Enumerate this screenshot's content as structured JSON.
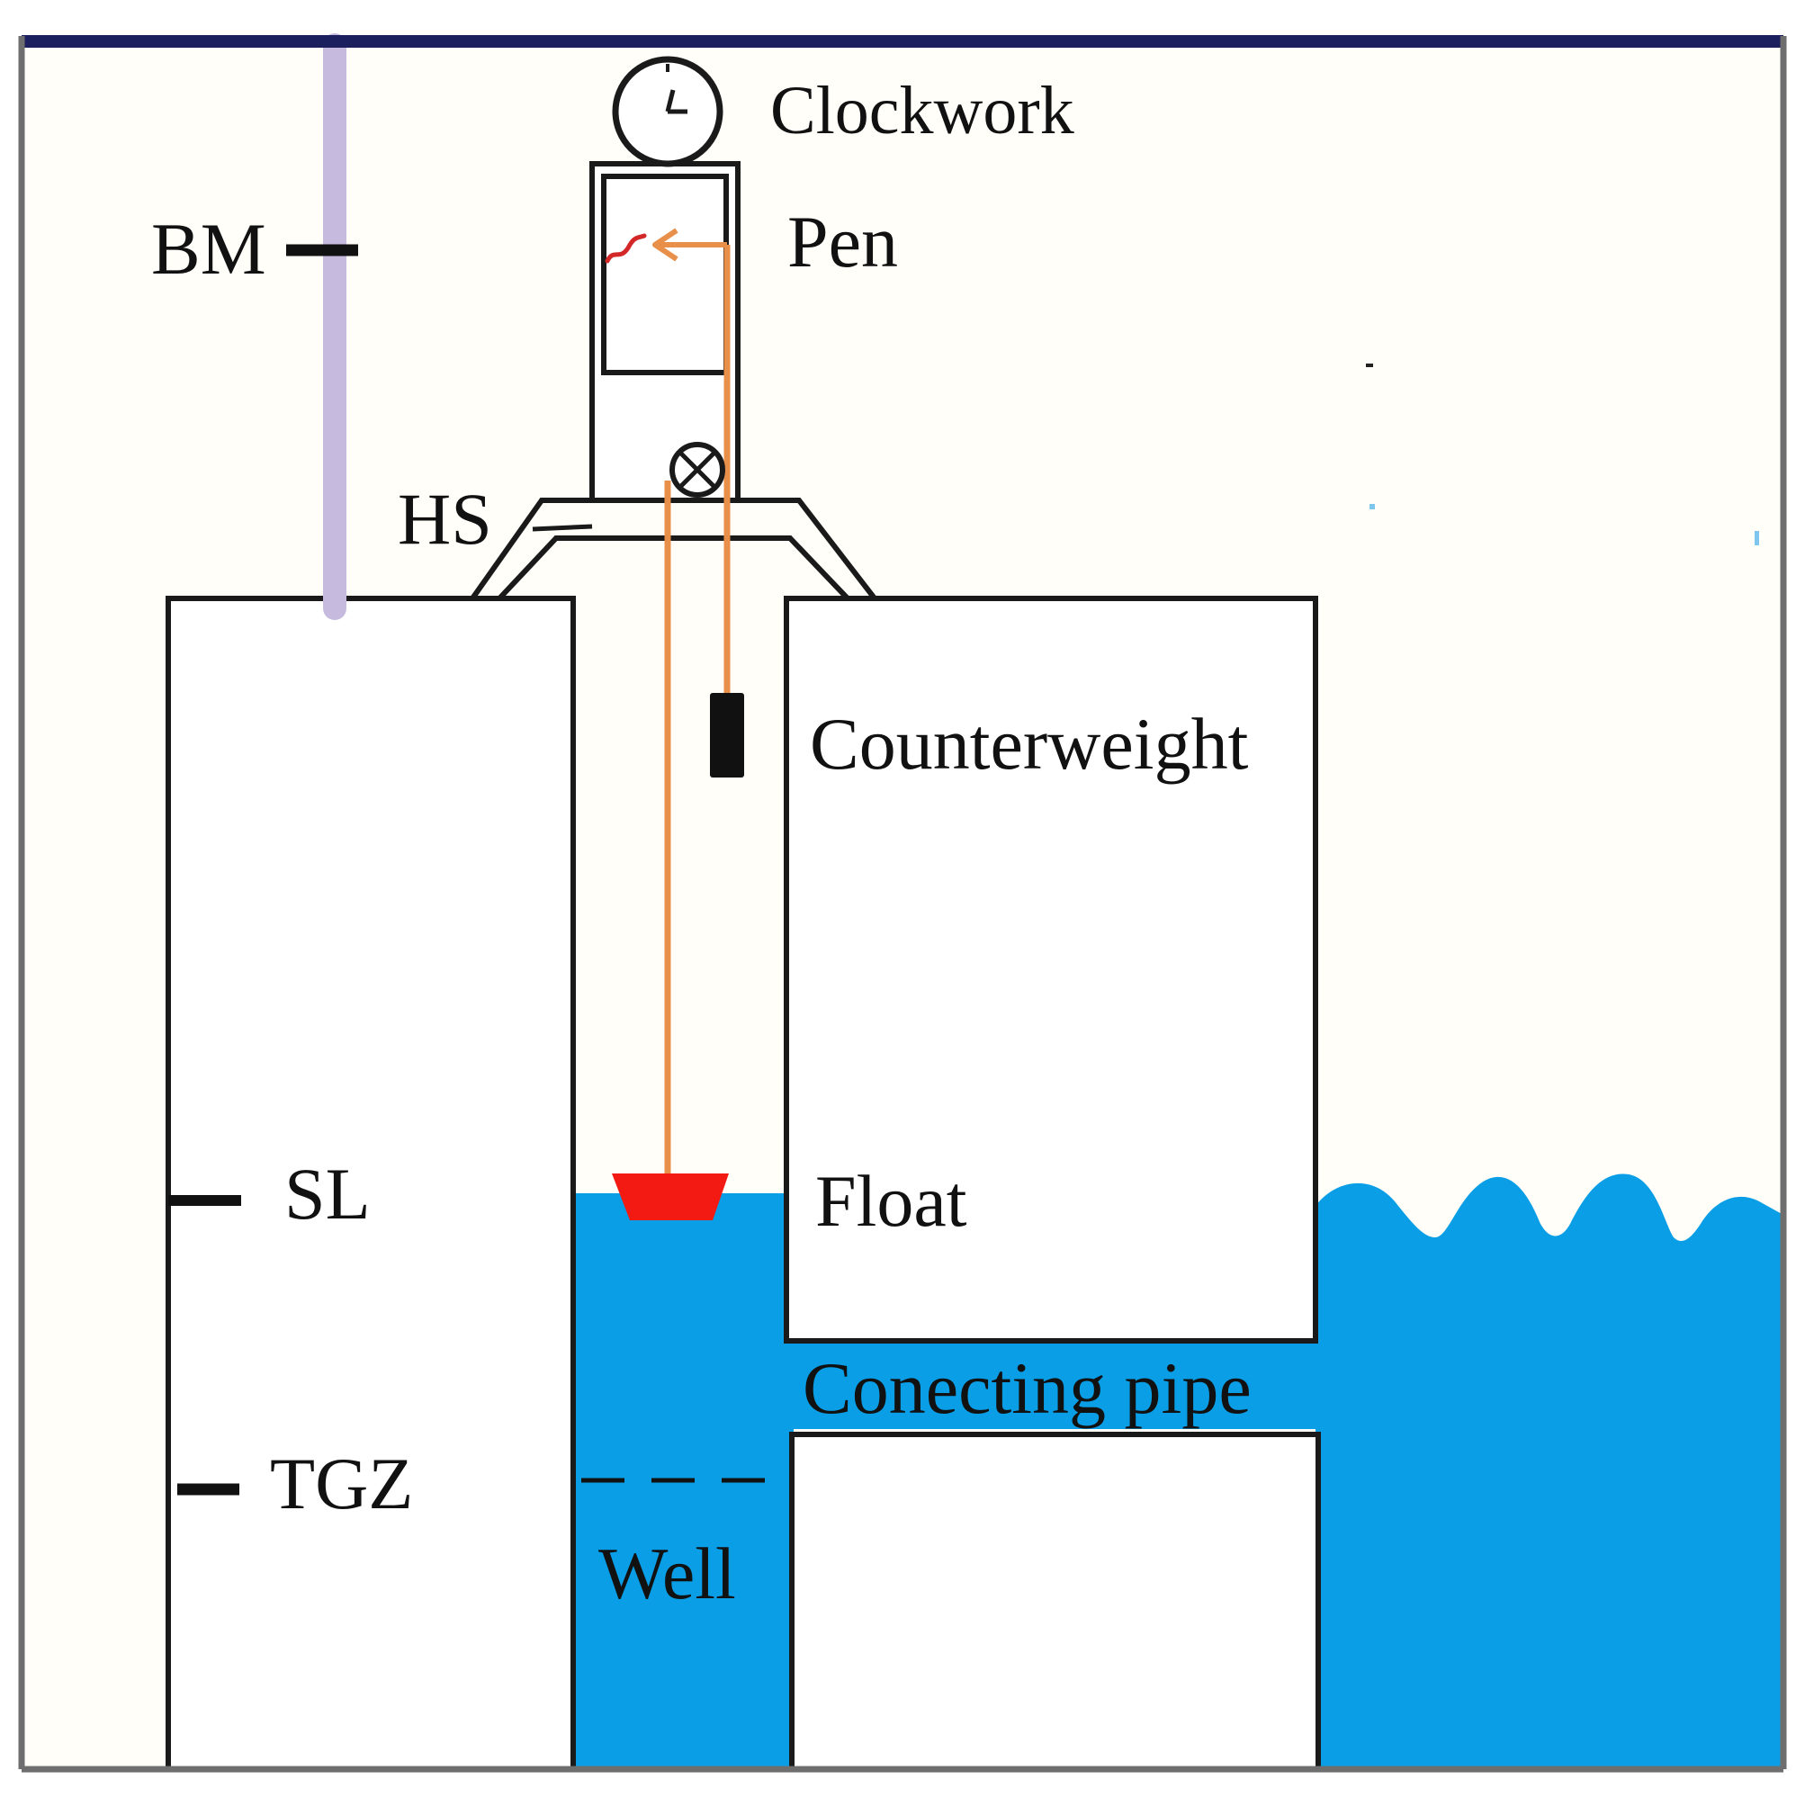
{
  "labels": {
    "clockwork": "Clockwork",
    "pen": "Pen",
    "bm": "BM",
    "hs": "HS",
    "counterweight": "Counterweight",
    "float": "Float",
    "sl": "SL",
    "connecting_pipe": "Conecting pipe",
    "tgz": "TGZ",
    "well": "Well"
  },
  "colors": {
    "frame_top": "#1c1f5e",
    "frame": "#6e6e6e",
    "background": "#fffef8",
    "structure_fill": "#ffffff",
    "outline": "#1a1a1a",
    "water": "#0a9ee6",
    "float": "#f21a12",
    "wire": "#e8904a",
    "benchmark_pole": "#c6badf",
    "pen_trace": "#d42828",
    "counterweight": "#111111"
  }
}
